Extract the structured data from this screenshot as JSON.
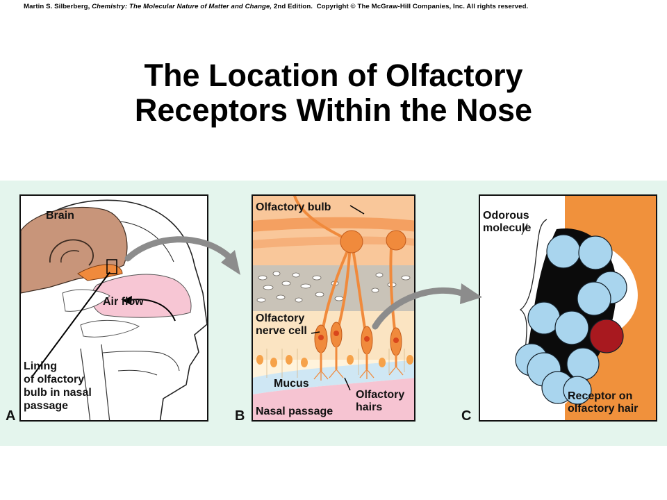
{
  "header": {
    "copyright_author": "Martin S. Silberberg,",
    "copyright_book": "Chemistry: The Molecular Nature of Matter and Change,",
    "copyright_edition": "2nd Edition.",
    "copyright_rights": "Copyright © The McGraw-Hill Companies, Inc. All rights reserved."
  },
  "title": {
    "line1": "The Location of Olfactory",
    "line2": "Receptors Within the Nose"
  },
  "panels": {
    "a": {
      "letter": "A",
      "brain": "Brain",
      "air_flow": "Air flow",
      "lining_1": "Lining",
      "lining_2": "of olfactory",
      "lining_3": "bulb in nasal",
      "lining_4": "passage"
    },
    "b": {
      "letter": "B",
      "bulb": "Olfactory bulb",
      "nerve_1": "Olfactory",
      "nerve_2": "nerve cell",
      "mucus": "Mucus",
      "hairs_1": "Olfactory",
      "hairs_2": "hairs",
      "nasal": "Nasal passage"
    },
    "c": {
      "letter": "C",
      "odor_1": "Odorous",
      "odor_2": "molecule",
      "receptor_1": "Receptor on",
      "receptor_2": "olfactory hair"
    }
  },
  "colors": {
    "band": "#e4f5ed",
    "brain": "#c8957a",
    "nasal_pink": "#f7c6d4",
    "nerve_orange": "#f08a3c",
    "receptor_orange": "#f0913c",
    "atom_blue": "#a9d5ee",
    "oxygen_red": "#a8191f",
    "arrow_gray": "#8c8c8c"
  }
}
